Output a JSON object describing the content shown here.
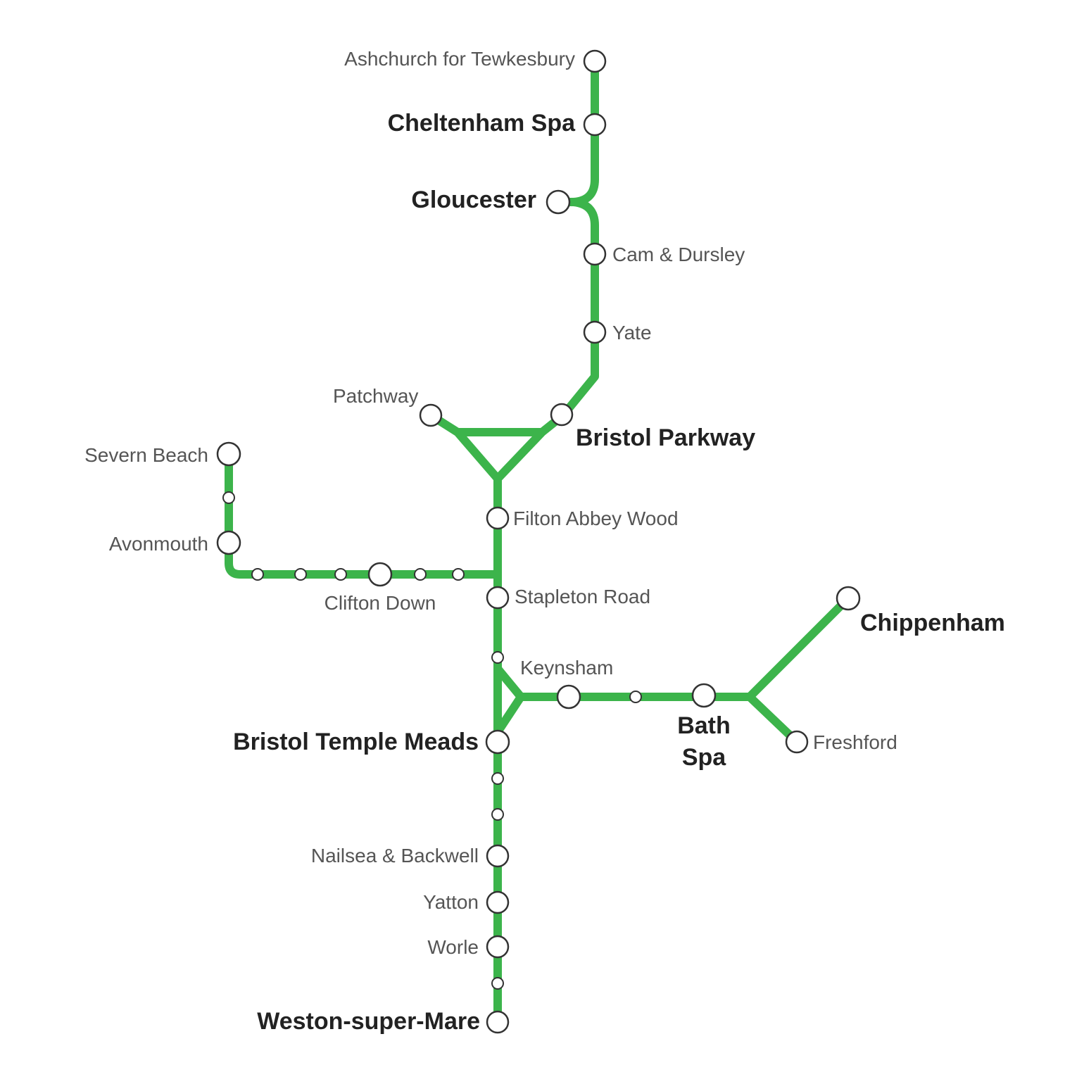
{
  "line_color": "#3cb44b",
  "stations": {
    "ashchurch": "Ashchurch for Tewkesbury",
    "cheltenham": "Cheltenham Spa",
    "gloucester": "Gloucester",
    "cam": "Cam & Dursley",
    "yate": "Yate",
    "patchway": "Patchway",
    "parkway": "Bristol Parkway",
    "severn_beach": "Severn Beach",
    "avonmouth": "Avonmouth",
    "filton": "Filton Abbey Wood",
    "clifton": "Clifton Down",
    "stapleton": "Stapleton Road",
    "chippenham": "Chippenham",
    "keynsham": "Keynsham",
    "bath_1": "Bath",
    "bath_2": "Spa",
    "freshford": "Freshford",
    "temple_meads": "Bristol Temple Meads",
    "nailsea": "Nailsea & Backwell",
    "yatton": "Yatton",
    "worle": "Worle",
    "weston": "Weston-super-Mare"
  }
}
